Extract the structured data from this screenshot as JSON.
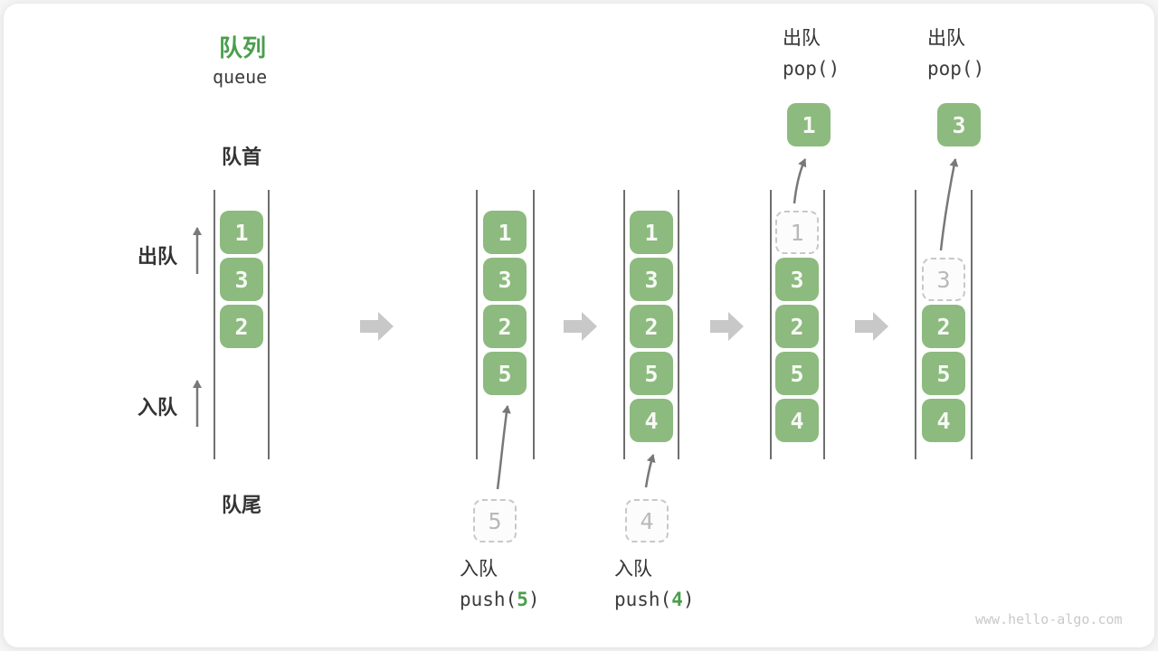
{
  "colors": {
    "accent_green": "#4a9e4d",
    "box_green": "#8cba7f",
    "box_text": "#f7faf4",
    "dashed_bg": "#fcfcfc",
    "dashed_border": "#c8c8c8",
    "dashed_text": "#b9b9b9",
    "rail": "#4a4a4a",
    "arrow_thin": "#787878",
    "arrow_block": "#c8c8c8",
    "text_dark": "#333333",
    "text_code": "#3c3c3c",
    "watermark": "#c9c9c9",
    "card_bg": "#ffffff",
    "page_bg": "#f5f5f6"
  },
  "title": {
    "zh": "队列",
    "en": "queue"
  },
  "side_labels": {
    "front": "队首",
    "rear": "队尾",
    "dequeue": "出队",
    "enqueue": "入队"
  },
  "states": [
    {
      "items": [
        {
          "value": "1",
          "slot": 0,
          "style": "solid"
        },
        {
          "value": "3",
          "slot": 1,
          "style": "solid"
        },
        {
          "value": "2",
          "slot": 2,
          "style": "solid"
        }
      ]
    },
    {
      "items": [
        {
          "value": "1",
          "slot": 0,
          "style": "solid"
        },
        {
          "value": "3",
          "slot": 1,
          "style": "solid"
        },
        {
          "value": "2",
          "slot": 2,
          "style": "solid"
        },
        {
          "value": "5",
          "slot": 3,
          "style": "solid"
        }
      ]
    },
    {
      "items": [
        {
          "value": "1",
          "slot": 0,
          "style": "solid"
        },
        {
          "value": "3",
          "slot": 1,
          "style": "solid"
        },
        {
          "value": "2",
          "slot": 2,
          "style": "solid"
        },
        {
          "value": "5",
          "slot": 3,
          "style": "solid"
        },
        {
          "value": "4",
          "slot": 4,
          "style": "solid"
        }
      ]
    },
    {
      "items": [
        {
          "value": "1",
          "slot": 0,
          "style": "dashed"
        },
        {
          "value": "3",
          "slot": 1,
          "style": "solid"
        },
        {
          "value": "2",
          "slot": 2,
          "style": "solid"
        },
        {
          "value": "5",
          "slot": 3,
          "style": "solid"
        },
        {
          "value": "4",
          "slot": 4,
          "style": "solid"
        }
      ]
    },
    {
      "items": [
        {
          "value": "3",
          "slot": 1,
          "style": "dashed"
        },
        {
          "value": "2",
          "slot": 2,
          "style": "solid"
        },
        {
          "value": "5",
          "slot": 3,
          "style": "solid"
        },
        {
          "value": "4",
          "slot": 4,
          "style": "solid"
        }
      ]
    }
  ],
  "staged_items": [
    {
      "value": "5"
    },
    {
      "value": "4"
    }
  ],
  "popped_items": [
    {
      "value": "1"
    },
    {
      "value": "3"
    }
  ],
  "operations": {
    "push_ops": [
      {
        "action": "入队",
        "code_pre": "push(",
        "code_arg": "5",
        "code_post": ")"
      },
      {
        "action": "入队",
        "code_pre": "push(",
        "code_arg": "4",
        "code_post": ")"
      }
    ],
    "pop_ops": [
      {
        "action": "出队",
        "code": "pop()"
      },
      {
        "action": "出队",
        "code": "pop()"
      }
    ]
  },
  "watermark": "www.hello-algo.com"
}
